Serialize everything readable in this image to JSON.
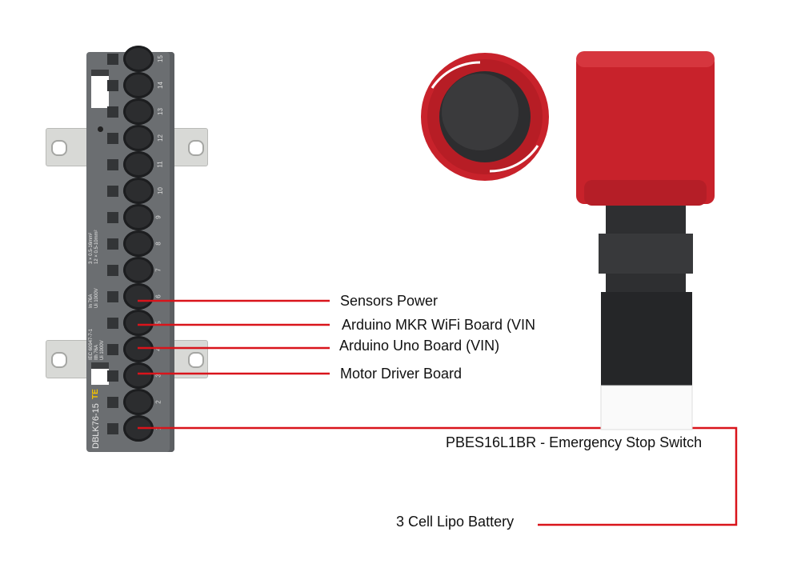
{
  "terminal_block": {
    "model": "DBLK76-15",
    "brand": "TE",
    "positions": [
      "1",
      "2",
      "3",
      "4",
      "5",
      "6",
      "7",
      "8",
      "9",
      "10",
      "11",
      "12",
      "13",
      "14",
      "15"
    ],
    "spec_iec": "IEC 60947-7-1",
    "spec_ith": "Ith 76A",
    "spec_ui": "Ui 1000V",
    "spec_ul_in": "In 76A",
    "spec_ul_ui": "Ui 1000V",
    "wire_spec_1": "3 × 0.5-16mm²",
    "wire_spec_2": "12 × 0.5-10mm²"
  },
  "connections": [
    {
      "label": "Sensors Power",
      "terminal": 6
    },
    {
      "label": "Arduino MKR WiFi Board (VIN",
      "terminal": 5
    },
    {
      "label": "Arduino Uno Board (VIN)",
      "terminal": 4
    },
    {
      "label": "Motor Driver Board",
      "terminal": 3
    },
    {
      "label": "PBES16L1BR - Emergency Stop Switch",
      "terminal": 1
    }
  ],
  "battery_label": "3 Cell Lipo Battery",
  "wire_color": "#d9141b",
  "switch_color": "#c8222b"
}
